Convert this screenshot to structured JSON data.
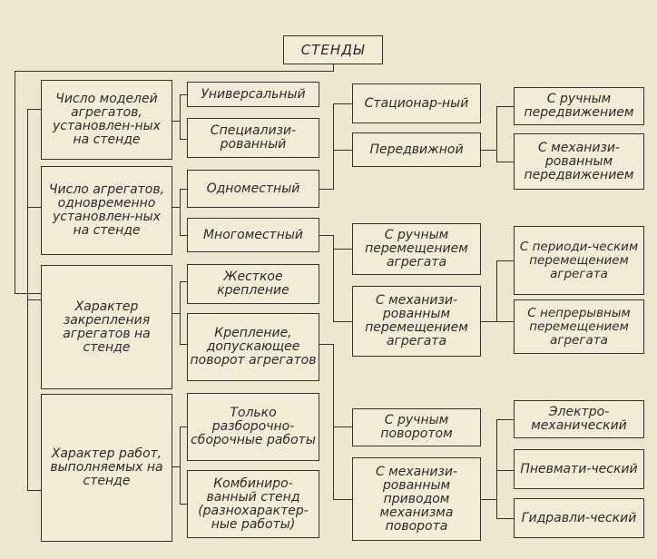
{
  "diagram": {
    "root": "СТЕНДЫ",
    "criteria": [
      "Число моделей агрегатов, установлен-ных на стенде",
      "Число агрегатов, одновременно установлен-ных на стенде",
      "Характер закрепления агрегатов на стенде",
      "Характер работ, выполняемых на стенде"
    ],
    "types": [
      "Универсальный",
      "Специализи-рованный",
      "Одноместный",
      "Многоместный",
      "Жесткое крепление",
      "Крепление, допускающее поворот агрегатов",
      "Только разборочно-сборочные работы",
      "Комбиниро-ванный стенд (разнохарактер-ные работы)"
    ],
    "subtypes": [
      "Стационар-ный",
      "Передвижной",
      "С ручным перемещением агрегата",
      "С механизи-рованным перемещением агрегата",
      "С ручным поворотом",
      "С механизи-рованным приводом механизма поворота"
    ],
    "details": [
      "С ручным передвижением",
      "С механизи-рованным передвижением",
      "С периоди-ческим перемещением агрегата",
      "С непрерывным перемещением агрегата",
      "Электро-механический",
      "Пневмати-ческий",
      "Гидравли-ческий"
    ]
  }
}
